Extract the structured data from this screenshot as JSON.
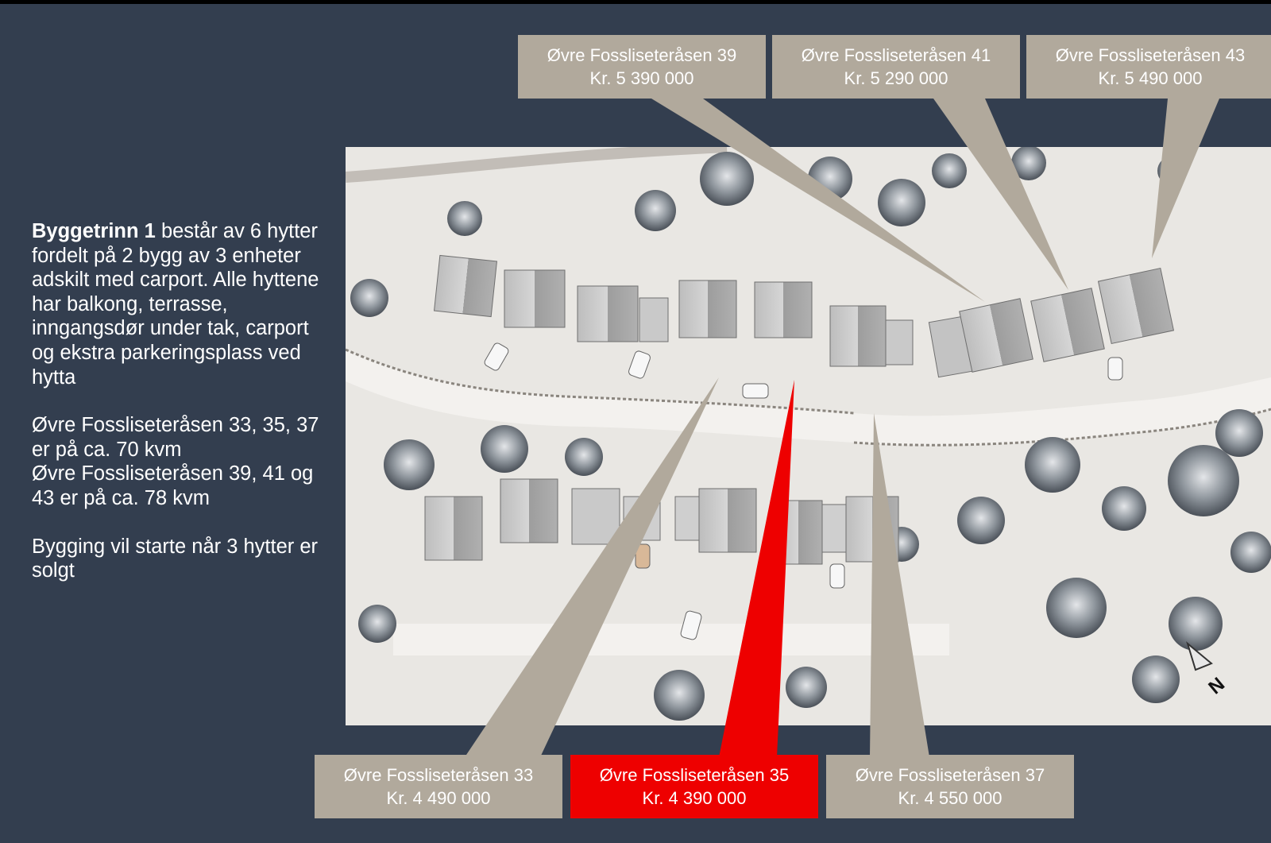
{
  "intro": {
    "heading_bold": "Byggetrinn 1",
    "heading_rest": " består av 6 hytter fordelt på 2 bygg av 3 enheter adskilt med carport. Alle hyttene har balkong, terrasse, inngangsdør under tak, carport og ekstra parkeringsplass ved hytta",
    "size_note_a": "Øvre Fossliseteråsen 33, 35, 37 er på ca. 70 kvm",
    "size_note_b": "Øvre Fossliseteråsen 39, 41 og 43 er på ca. 78 kvm",
    "start_note": "Bygging vil starte når 3 hytter er solgt"
  },
  "units": [
    {
      "name": "Øvre Fossliseteråsen 39",
      "price": "Kr. 5 390 000",
      "highlighted": false
    },
    {
      "name": "Øvre Fossliseteråsen 41",
      "price": "Kr. 5 290 000",
      "highlighted": false
    },
    {
      "name": "Øvre Fossliseteråsen 43",
      "price": "Kr. 5 490 000",
      "highlighted": false
    },
    {
      "name": "Øvre Fossliseteråsen 33",
      "price": "Kr. 4 490 000",
      "highlighted": false
    },
    {
      "name": "Øvre Fossliseteråsen 35",
      "price": "Kr. 4 390 000",
      "highlighted": true
    },
    {
      "name": "Øvre Fossliseteråsen 37",
      "price": "Kr. 4 550 000",
      "highlighted": false
    }
  ],
  "compass": {
    "letter": "N"
  },
  "colors": {
    "background": "#333e4f",
    "label": "#b1a99c",
    "label_highlight": "#ee0000",
    "snow": "#e9e7e3",
    "text": "#ffffff"
  }
}
